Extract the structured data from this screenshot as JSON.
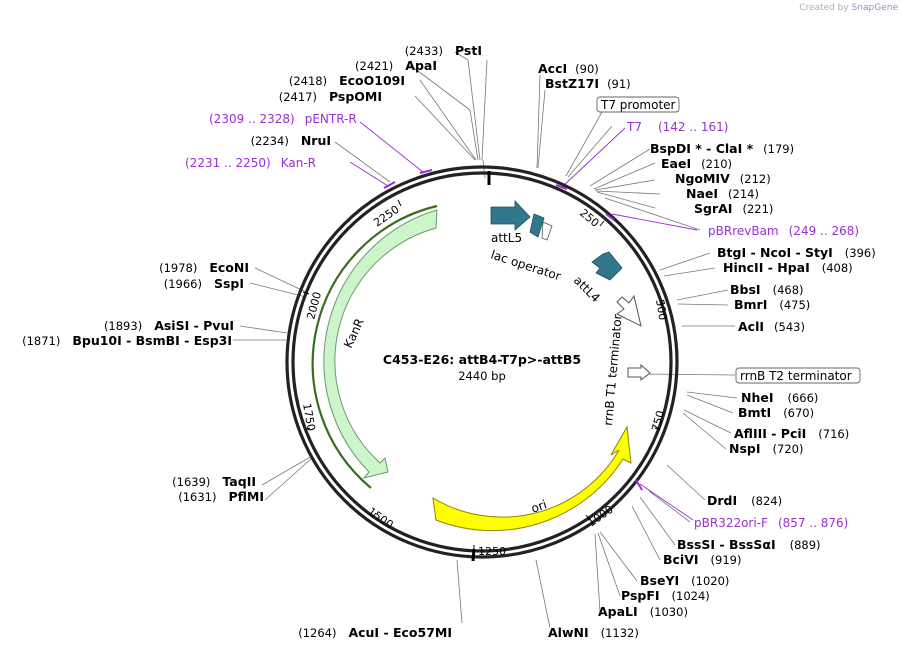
{
  "credit": {
    "prefix": "Created by",
    "brand": "SnapGene"
  },
  "map": {
    "name": "C453-E26: attB4-T7p>-attB5",
    "length": "2440 bp"
  },
  "ticks": [
    "250",
    "500",
    "750",
    "1000",
    "1250",
    "1500",
    "1750",
    "2000",
    "2250"
  ],
  "features": {
    "attL5": "attL5",
    "lac_operator": "lac operator",
    "attL4": "attL4",
    "rrnB_T1": "rrnB T1 terminator",
    "KanR": "KanR",
    "ori": "ori"
  },
  "callouts": {
    "T7_promoter": "T7 promoter",
    "rrnB_T2": "rrnB T2 terminator"
  },
  "primers": [
    {
      "range": "(2309 .. 2328)",
      "name": "pENTR-R"
    },
    {
      "range": "(2231 .. 2250)",
      "name": "Kan-R"
    },
    {
      "range": "(142 .. 161)",
      "name": "T7"
    },
    {
      "range": "(249 .. 268)",
      "name": "pBRrevBam"
    },
    {
      "range": "(857 .. 876)",
      "name": "pBR322ori-F"
    }
  ],
  "enzymes_right": [
    {
      "name": "AccI",
      "pos": "(90)"
    },
    {
      "name": "BstZ17I",
      "pos": "(91)"
    },
    {
      "name": "BspDI *  -  ClaI *",
      "pos": "(179)"
    },
    {
      "name": "EaeI",
      "pos": "(210)"
    },
    {
      "name": "NgoMIV",
      "pos": "(212)"
    },
    {
      "name": "NaeI",
      "pos": "(214)"
    },
    {
      "name": "SgrAI",
      "pos": "(221)"
    },
    {
      "name": "BtgI  -  NcoI  -  StyI",
      "pos": "(396)"
    },
    {
      "name": "HincII  -  HpaI",
      "pos": "(408)"
    },
    {
      "name": "BbsI",
      "pos": "(468)"
    },
    {
      "name": "BmrI",
      "pos": "(475)"
    },
    {
      "name": "AclI",
      "pos": "(543)"
    },
    {
      "name": "NheI",
      "pos": "(666)"
    },
    {
      "name": "BmtI",
      "pos": "(670)"
    },
    {
      "name": "AflIII  -  PciI",
      "pos": "(716)"
    },
    {
      "name": "NspI",
      "pos": "(720)"
    },
    {
      "name": "DrdI",
      "pos": "(824)"
    },
    {
      "name": "BssSI  -  BssSαI",
      "pos": "(889)"
    },
    {
      "name": "BciVI",
      "pos": "(919)"
    },
    {
      "name": "BseYI",
      "pos": "(1020)"
    },
    {
      "name": "PspFI",
      "pos": "(1024)"
    },
    {
      "name": "ApaLI",
      "pos": "(1030)"
    },
    {
      "name": "AlwNI",
      "pos": "(1132)"
    }
  ],
  "enzymes_left": [
    {
      "pos": "(2433)",
      "name": "PstI"
    },
    {
      "pos": "(2421)",
      "name": "ApaI"
    },
    {
      "pos": "(2418)",
      "name": "EcoO109I"
    },
    {
      "pos": "(2417)",
      "name": "PspOMI"
    },
    {
      "pos": "(2234)",
      "name": "NruI"
    },
    {
      "pos": "(1978)",
      "name": "EcoNI"
    },
    {
      "pos": "(1966)",
      "name": "SspI"
    },
    {
      "pos": "(1893)",
      "name": "AsiSI  -  PvuI"
    },
    {
      "pos": "(1871)",
      "name": "Bpu10I  -  BsmBI  -  Esp3I"
    },
    {
      "pos": "(1639)",
      "name": "TaqII"
    },
    {
      "pos": "(1631)",
      "name": "PflMI"
    },
    {
      "pos": "(1264)",
      "name": "AcuI  -  Eco57MI"
    }
  ],
  "colors": {
    "kanr": "#ccf5cc",
    "ori": "#ffff00",
    "att": "#31788c",
    "primer": "#9a2fd0"
  }
}
